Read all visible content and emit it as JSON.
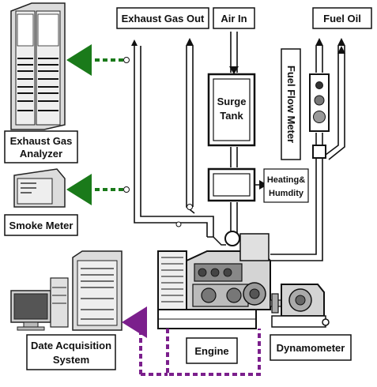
{
  "labels": {
    "exhaust_gas_out": "Exhaust Gas Out",
    "air_in": "Air In",
    "fuel_oil": "Fuel Oil",
    "fuel_flow_meter": "Fuel Flow Meter",
    "surge_tank_line1": "Surge",
    "surge_tank_line2": "Tank",
    "heating_line1": "Heating&",
    "heating_line2": "Humdity",
    "exhaust_analyzer_line1": "Exhaust Gas",
    "exhaust_analyzer_line2": "Analyzer",
    "smoke_meter": "Smoke Meter",
    "daq_line1": "Date Acquisition",
    "daq_line2": "System",
    "engine": "Engine",
    "dynamometer": "Dynamometer"
  },
  "colors": {
    "exhaust_signal_line": "#1a7a1a",
    "data_signal_line": "#7b1f8c",
    "pipe": "#111111"
  },
  "icons": {
    "exhaust_analyzer": "server-cabinet-icon",
    "smoke_meter": "smoke-meter-device-icon",
    "daq": "desktop-computer-icon",
    "engine": "diesel-engine-icon",
    "dynamometer": "dynamometer-icon"
  }
}
